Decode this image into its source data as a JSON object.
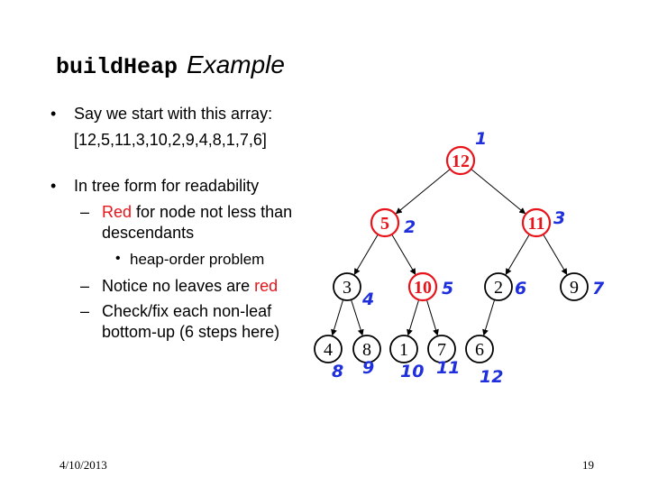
{
  "title": {
    "code": "buildHeap",
    "word": "Example"
  },
  "bullets": {
    "b1_line1": "Say we start with this array:",
    "b1_line2": "[12,5,11,3,10,2,9,4,8,1,7,6]",
    "b2": "In tree form for readability",
    "sub1_red": "Red",
    "sub1_rest": " for node not less than",
    "sub1_line2": "descendants",
    "subsub": "heap-order problem",
    "sub2_text": "Notice no leaves are ",
    "sub2_red": "red",
    "sub3_line1": "Check/fix each non-leaf",
    "sub3_line2": "bottom-up (6 steps here)"
  },
  "tree": {
    "values": [
      "12",
      "5",
      "11",
      "3",
      "10",
      "2",
      "9",
      "4",
      "8",
      "1",
      "7",
      "6"
    ],
    "indices": [
      "1",
      "2",
      "3",
      "4",
      "5",
      "6",
      "7",
      "8",
      "9",
      "10",
      "11",
      "12"
    ],
    "red_nodes": [
      "12",
      "5",
      "11",
      "10"
    ]
  },
  "footer": {
    "date": "4/10/2013",
    "page": "19"
  },
  "colors": {
    "red": "#e8141b",
    "ink_blue": "#1f2fdc"
  }
}
